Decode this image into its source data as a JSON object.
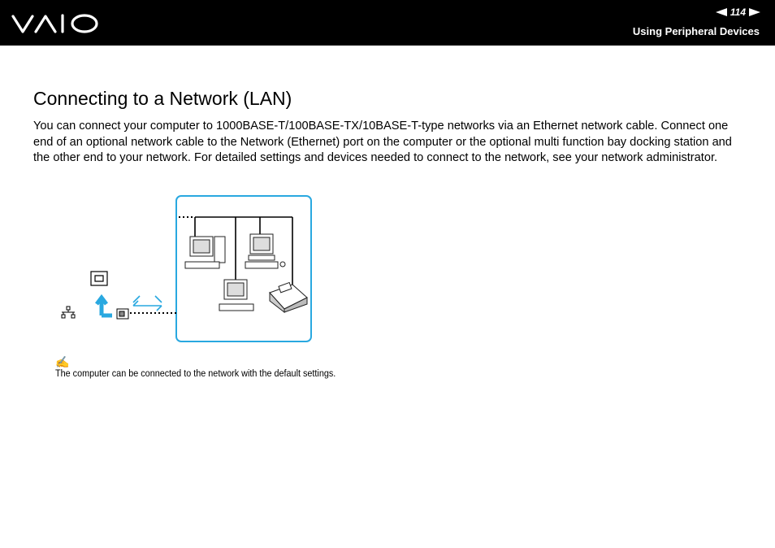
{
  "header": {
    "logo_text": "VAIO",
    "page_number": "114",
    "section_title": "Using Peripheral Devices"
  },
  "main": {
    "title": "Connecting to a Network (LAN)",
    "body": "You can connect your computer to 1000BASE-T/100BASE-TX/10BASE-T-type networks via an Ethernet network cable. Connect one end of an optional network cable to the Network (Ethernet) port on the computer or the optional multi function bay docking station and the other end to your network. For detailed settings and devices needed to connect to the network, see your network administrator.",
    "note_icon": "pencil-note-icon",
    "note_text": "The computer can be connected to the network with the default settings."
  },
  "colors": {
    "accent_blue": "#29a8e0",
    "header_bg": "#000000"
  }
}
